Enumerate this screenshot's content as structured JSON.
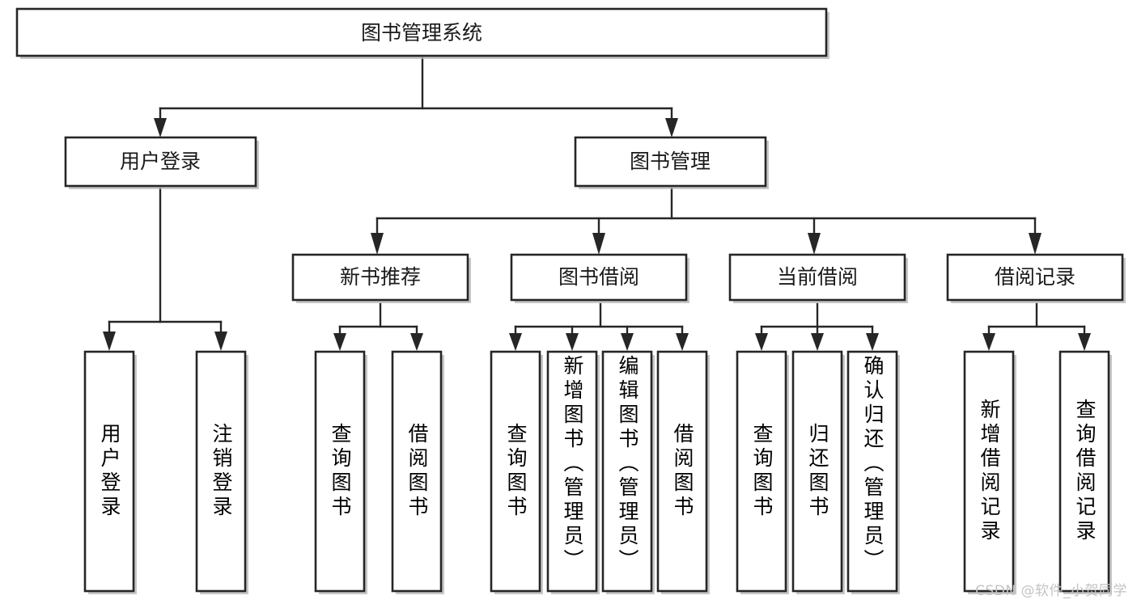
{
  "diagram": {
    "type": "tree-hierarchy-flowchart",
    "title": "图书管理系统",
    "watermark": "CSDN @软件_小贺同学",
    "colors": {
      "stroke": "#262626",
      "fill": "#ffffff",
      "text": "#1a1a1a",
      "shadow": "#b4b4b4",
      "watermark": "#c3c3c3"
    },
    "levels": {
      "root": {
        "label": "图书管理系统"
      },
      "level2": [
        {
          "id": "user-login",
          "label": "用户登录"
        },
        {
          "id": "book-manage",
          "label": "图书管理"
        }
      ],
      "level3": [
        {
          "id": "new-book-rec",
          "label": "新书推荐",
          "parent": "book-manage"
        },
        {
          "id": "book-borrow",
          "label": "图书借阅",
          "parent": "book-manage"
        },
        {
          "id": "current-borrow",
          "label": "当前借阅",
          "parent": "book-manage"
        },
        {
          "id": "borrow-record",
          "label": "借阅记录",
          "parent": "book-manage"
        }
      ],
      "leaves": [
        {
          "id": "leaf-user-login",
          "label": "用户登录",
          "parent": "user-login"
        },
        {
          "id": "leaf-logout",
          "label": "注销登录",
          "parent": "user-login"
        },
        {
          "id": "leaf-query-book-1",
          "label": "查询图书",
          "parent": "new-book-rec"
        },
        {
          "id": "leaf-borrow-book-1",
          "label": "借阅图书",
          "parent": "new-book-rec"
        },
        {
          "id": "leaf-query-book-2",
          "label": "查询图书",
          "parent": "book-borrow"
        },
        {
          "id": "leaf-add-book",
          "label": "新增图书（管理员）",
          "parent": "book-borrow"
        },
        {
          "id": "leaf-edit-book",
          "label": "编辑图书（管理员）",
          "parent": "book-borrow"
        },
        {
          "id": "leaf-borrow-book-2",
          "label": "借阅图书",
          "parent": "book-borrow"
        },
        {
          "id": "leaf-query-book-3",
          "label": "查询图书",
          "parent": "current-borrow"
        },
        {
          "id": "leaf-return-book",
          "label": "归还图书",
          "parent": "current-borrow"
        },
        {
          "id": "leaf-confirm-return",
          "label": "确认归还（管理员）",
          "parent": "current-borrow"
        },
        {
          "id": "leaf-add-record",
          "label": "新增借阅记录",
          "parent": "borrow-record"
        },
        {
          "id": "leaf-query-record",
          "label": "查询借阅记录",
          "parent": "borrow-record"
        }
      ]
    }
  }
}
